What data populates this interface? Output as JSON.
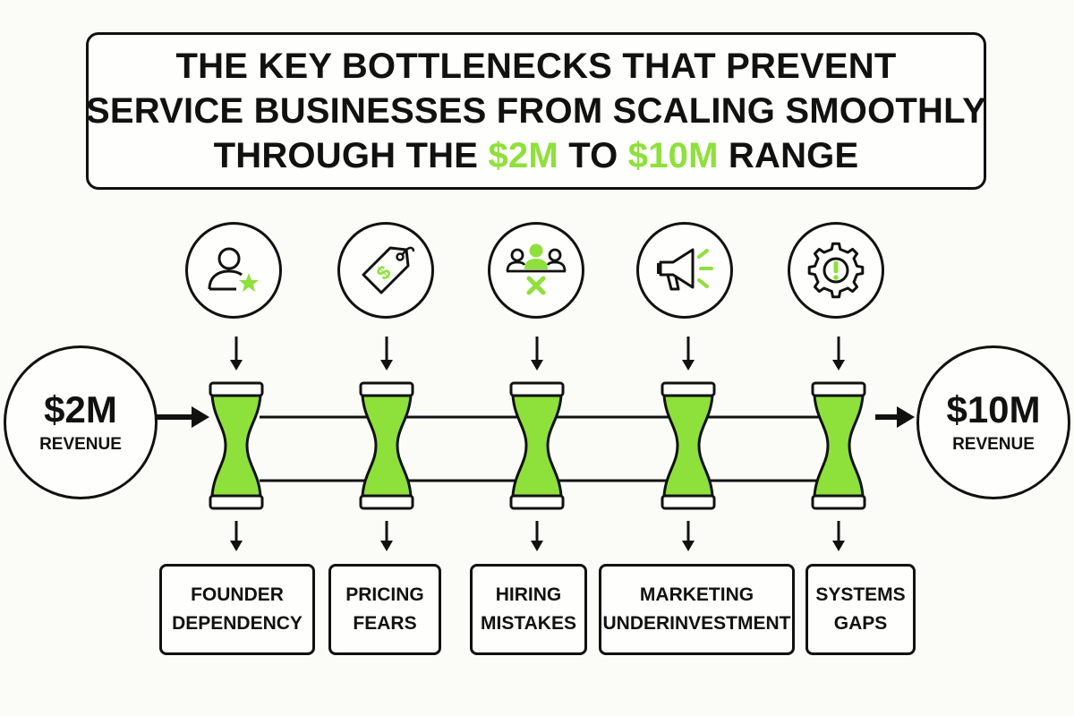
{
  "title": {
    "line1": "THE KEY BOTTLENECKS THAT PREVENT",
    "line2": "SERVICE BUSINESSES FROM SCALING SMOOTHLY",
    "line3_a": "THROUGH THE ",
    "line3_b": "$2M",
    "line3_c": " TO ",
    "line3_d": "$10M",
    "line3_e": " RANGE"
  },
  "start_node": {
    "amount": "$2M",
    "label": "REVENUE"
  },
  "end_node": {
    "amount": "$10M",
    "label": "REVENUE"
  },
  "colors": {
    "accent": "#8ee03a",
    "ink": "#111111",
    "background": "#fbfbf8"
  },
  "bottlenecks": [
    {
      "icon": "person-star-icon",
      "label_line1": "FOUNDER",
      "label_line2": "DEPENDENCY"
    },
    {
      "icon": "price-tag-icon",
      "label_line1": "PRICING",
      "label_line2": "FEARS"
    },
    {
      "icon": "team-x-icon",
      "label_line1": "HIRING",
      "label_line2": "MISTAKES"
    },
    {
      "icon": "megaphone-icon",
      "label_line1": "MARKETING",
      "label_line2": "UNDERINVESTMENT"
    },
    {
      "icon": "gear-alert-icon",
      "label_line1": "SYSTEMS",
      "label_line2": "GAPS"
    }
  ]
}
